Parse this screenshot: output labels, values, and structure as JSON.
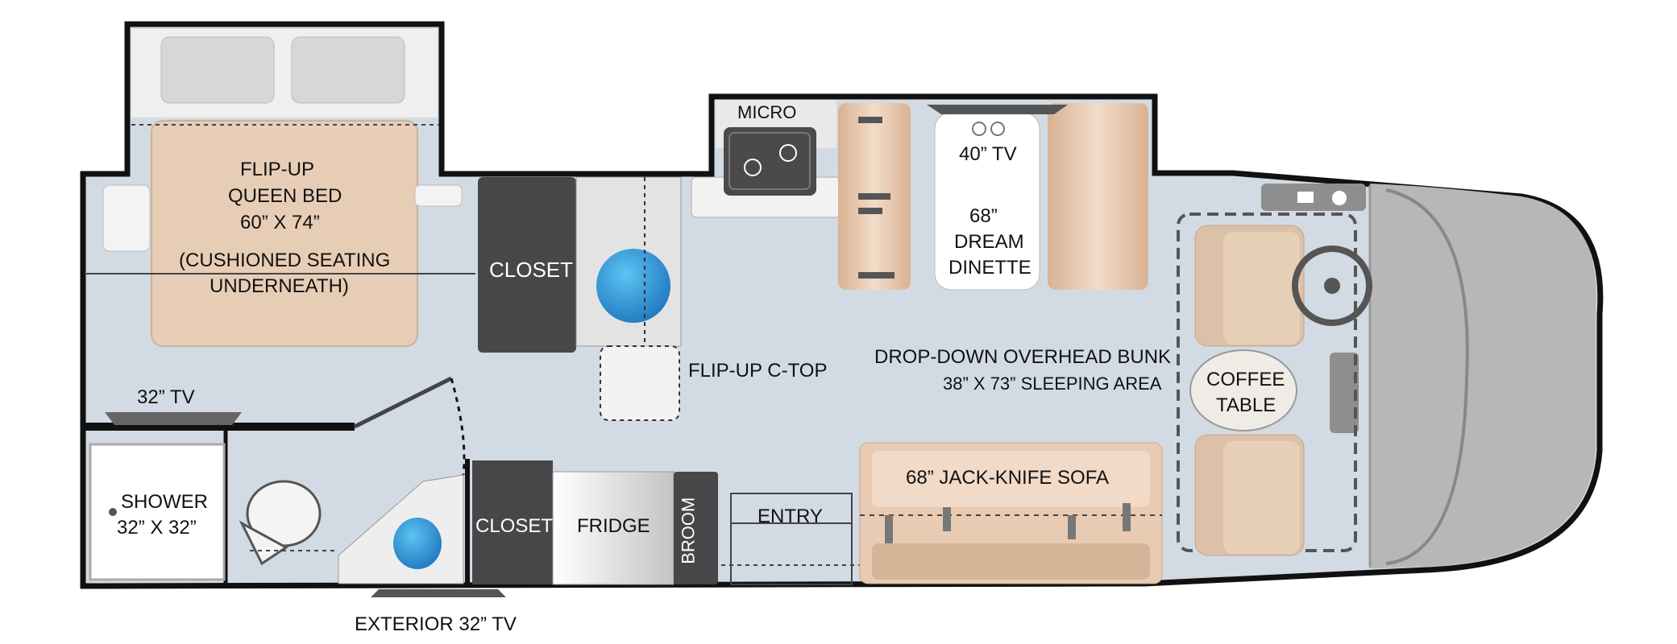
{
  "labels": {
    "bed_1": "FLIP-UP",
    "bed_2": "QUEEN BED",
    "bed_3": "60” X 74”",
    "bed_4": "(CUSHIONED SEATING",
    "bed_5": "UNDERNEATH)",
    "closet_top": "CLOSET",
    "micro": "MICRO",
    "tv_dinette": "40” TV",
    "dinette_1": "68”",
    "dinette_2": "DREAM",
    "dinette_3": "DINETTE",
    "ctop": "FLIP-UP C-TOP",
    "bunk_1": "DROP-DOWN OVERHEAD BUNK",
    "bunk_2": "38” X 73” SLEEPING AREA",
    "coffee_1": "COFFEE",
    "coffee_2": "TABLE",
    "tv_32": "32” TV",
    "shower_1": "SHOWER",
    "shower_2": "32” X 32”",
    "closet_bottom": "CLOSET",
    "fridge": "FRIDGE",
    "broom": "BROOM",
    "entry": "ENTRY",
    "sofa": "68” JACK-KNIFE SOFA",
    "ext_tv": "EXTERIOR 32” TV"
  },
  "colors": {
    "wall": "#111111",
    "floor": "#d2dbe3",
    "bed": "#e8cdb6",
    "cushion": "#e7c7ac",
    "closet_dark": "#474749",
    "sink_blue": "#2f8fd0",
    "cab_gray": "#bdbdbd"
  }
}
